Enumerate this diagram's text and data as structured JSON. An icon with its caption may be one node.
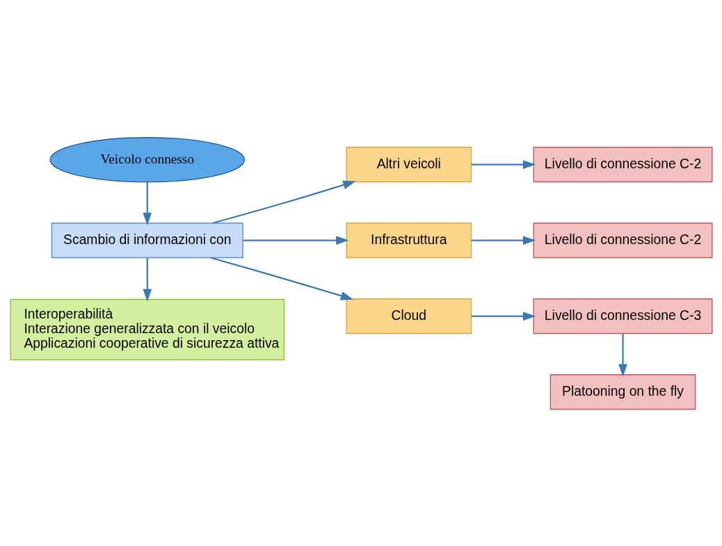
{
  "diagram": {
    "nodes": [
      {
        "text": [
          "Veicolo connesso"
        ]
      },
      {
        "text": [
          "Scambio di informazioni con"
        ]
      },
      {
        "text": [
          "Interoperabilità",
          "Interazione generalizzata con il veicolo",
          "Applicazioni cooperative di sicurezza attiva"
        ]
      },
      {
        "text": [
          "Altri veicoli"
        ]
      },
      {
        "text": [
          "Infrastruttura"
        ]
      },
      {
        "text": [
          "Cloud"
        ]
      },
      {
        "text": [
          "Livello di connessione C-2"
        ]
      },
      {
        "text": [
          "Livello di connessione C-2"
        ]
      },
      {
        "text": [
          "Livello di connessione C-3"
        ]
      },
      {
        "text": [
          "Platooning on the fly"
        ]
      }
    ],
    "edges": [
      {
        "from": 0,
        "to": 1,
        "arrow": "to"
      },
      {
        "from": 1,
        "to": 2,
        "arrow": "to"
      },
      {
        "from": 1,
        "to": 3,
        "arrow": "to"
      },
      {
        "from": 1,
        "to": 4,
        "arrow": "to"
      },
      {
        "from": 1,
        "to": 5,
        "arrow": "to"
      },
      {
        "from": 3,
        "to": 6,
        "arrow": "to"
      },
      {
        "from": 4,
        "to": 7,
        "arrow": "to"
      },
      {
        "from": 5,
        "to": 8,
        "arrow": "to"
      },
      {
        "from": 8,
        "to": 9,
        "arrow": "to"
      }
    ]
  }
}
